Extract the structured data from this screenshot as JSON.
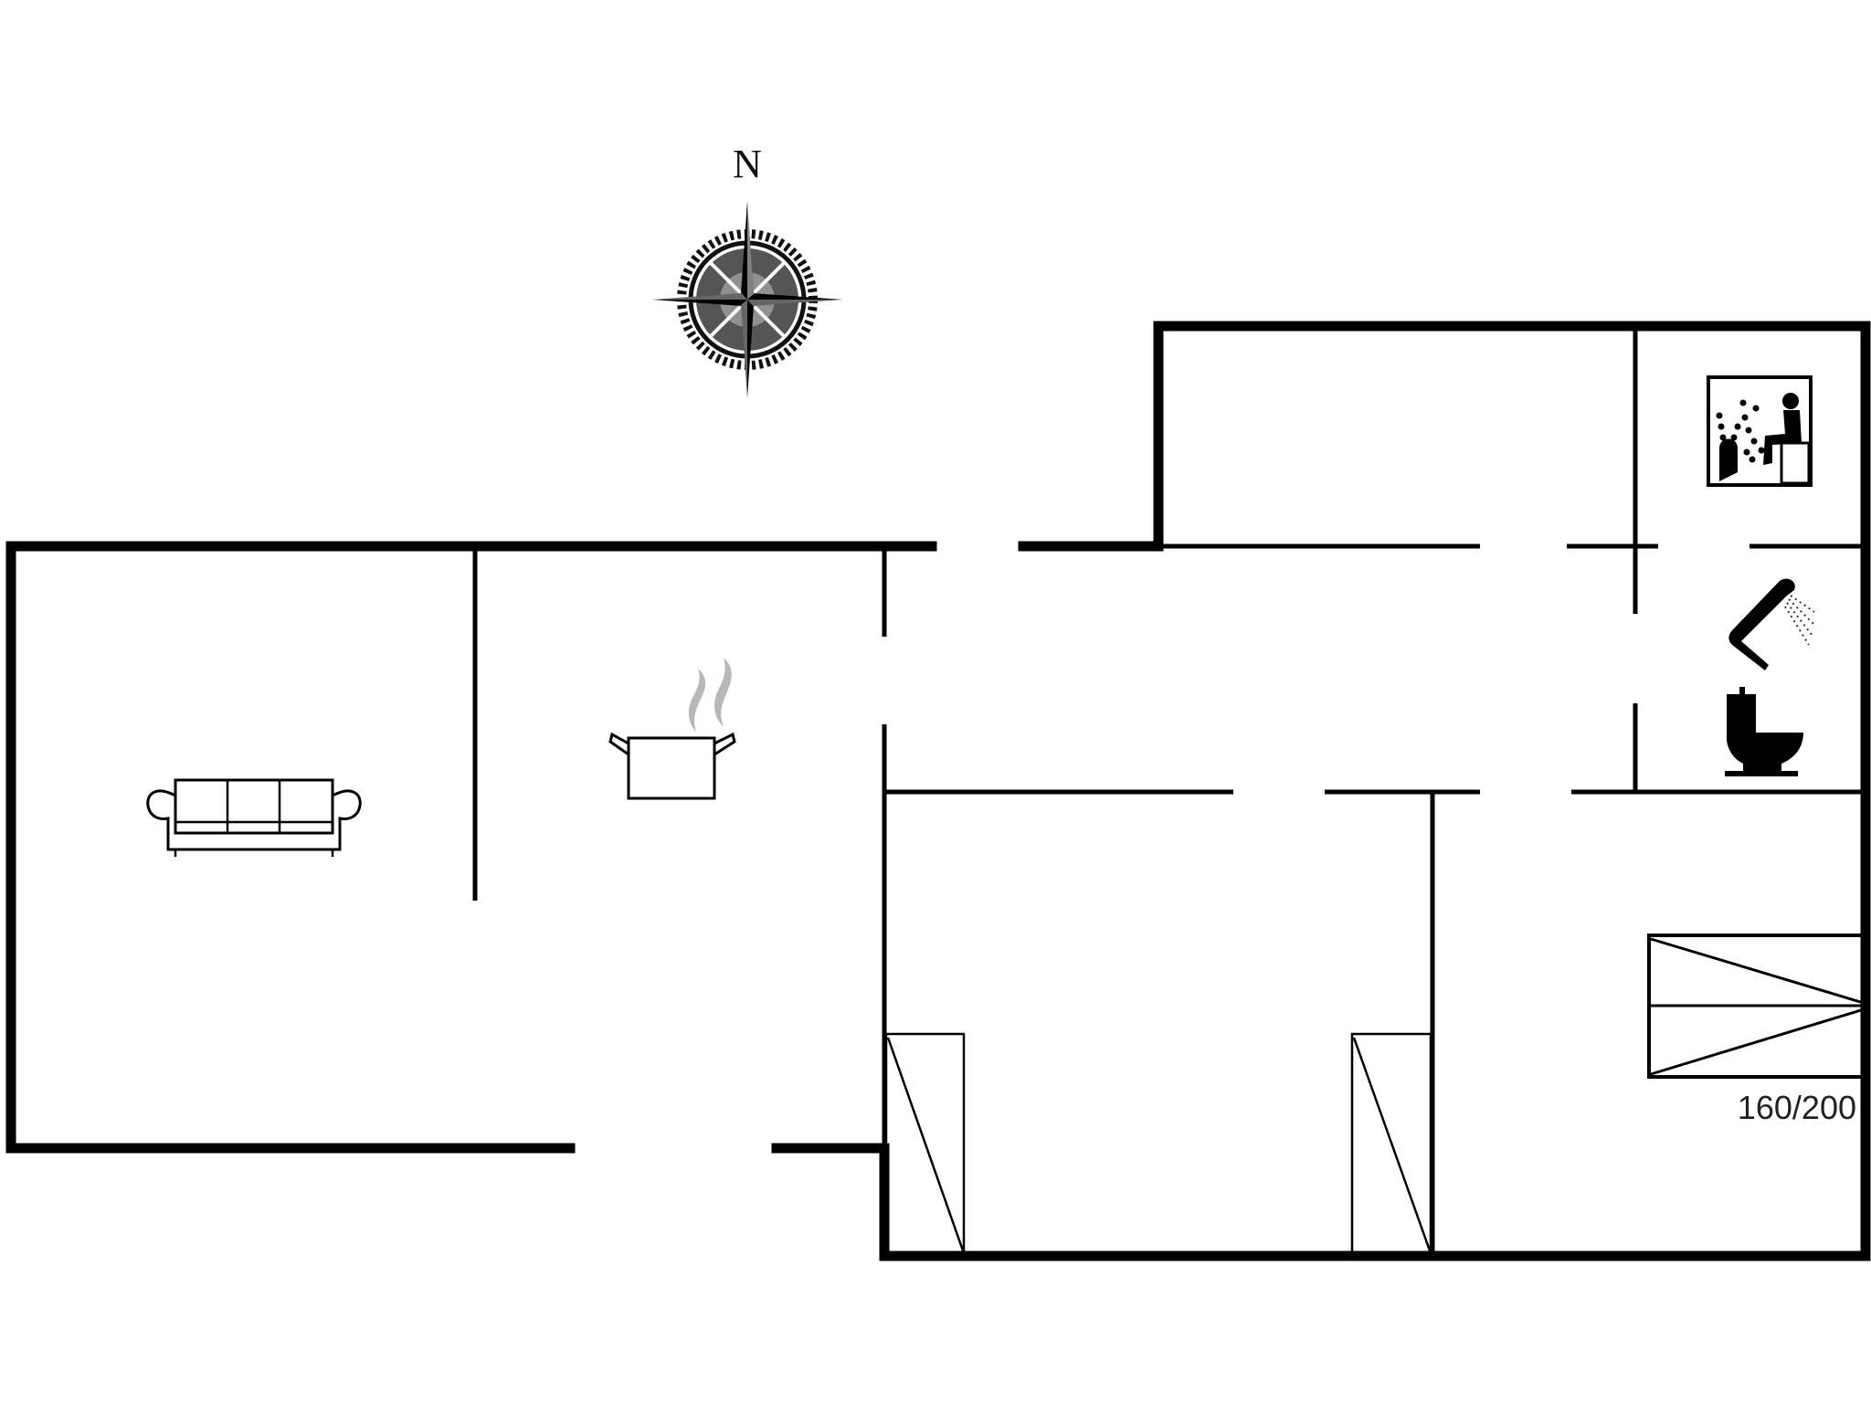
{
  "plan": {
    "background": "#ffffff",
    "wall_color": "#000000",
    "steam_color": "#b8b8b8"
  },
  "compass": {
    "label": "N",
    "icon": "compass-rose-icon"
  },
  "rooms": [
    {
      "name": "living-room",
      "icon": "sofa-icon"
    },
    {
      "name": "kitchen",
      "icon": "cooking-pot-icon"
    },
    {
      "name": "sauna",
      "icon": "sauna-icon"
    },
    {
      "name": "bathroom",
      "icon": [
        "shower-icon",
        "toilet-icon"
      ]
    },
    {
      "name": "bedroom-1",
      "icon": "wardrobe-icon"
    },
    {
      "name": "bedroom-2",
      "icon": "wardrobe-icon"
    },
    {
      "name": "bedroom-3",
      "icon": "double-bed-icon"
    }
  ],
  "bed": {
    "size_label": "160/200"
  }
}
